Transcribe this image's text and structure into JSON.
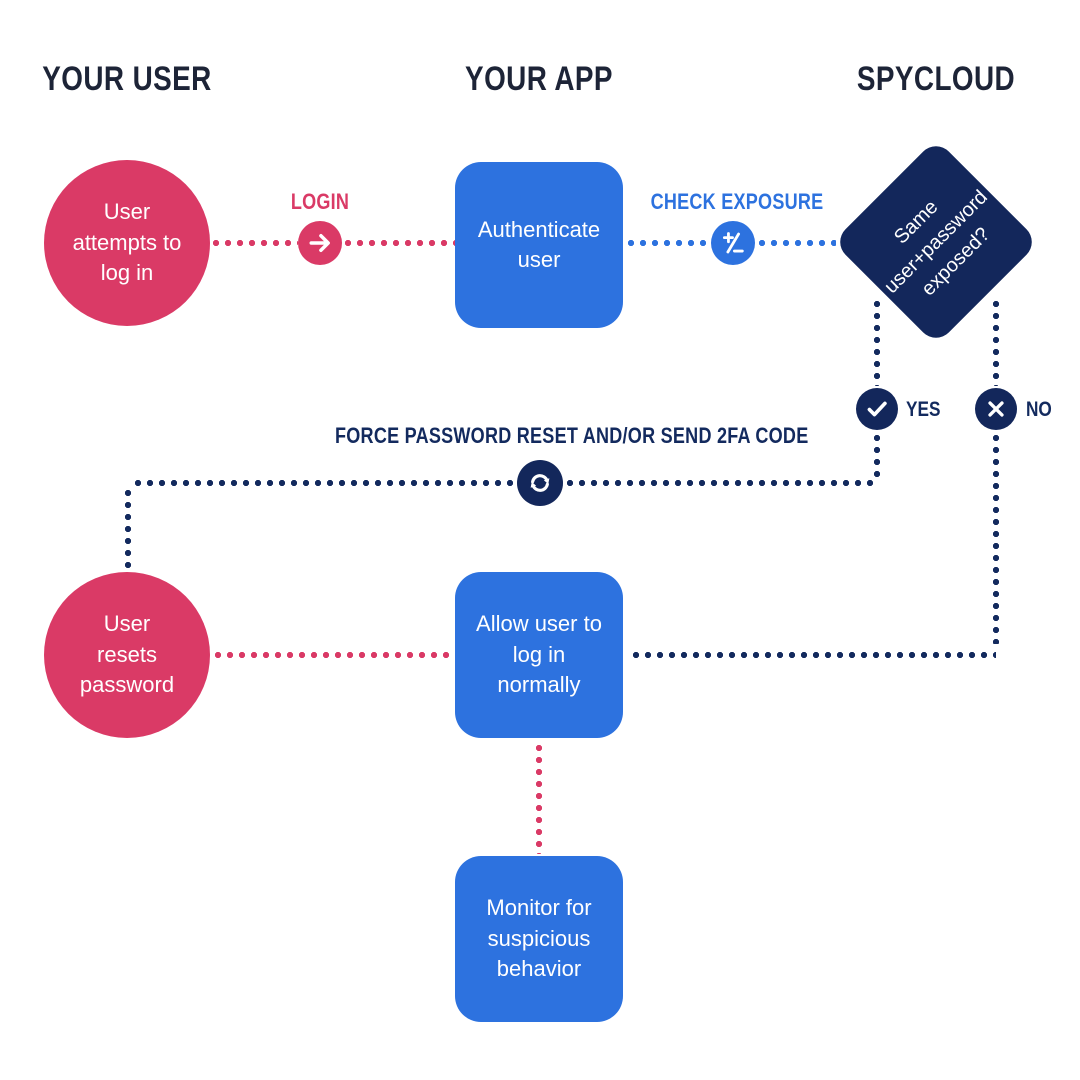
{
  "colors": {
    "background": "#ffffff",
    "header_navy": "#1d2437",
    "navy": "#132a5e",
    "navy_node": "#13275b",
    "blue": "#2d72df",
    "pink": "#da3a66",
    "node_text": "#ffffff"
  },
  "headers": {
    "user": "YOUR USER",
    "app": "YOUR APP",
    "spycloud": "SPYCLOUD"
  },
  "nodes": {
    "user_attempts": "User attempts to log in",
    "authenticate": "Authenticate user",
    "exposed": "Same user+password exposed?",
    "reset": "User resets password",
    "allow": "Allow user to log in normally",
    "monitor": "Monitor for suspicious behavior"
  },
  "edges": {
    "login": "LOGIN",
    "check_exposure": "CHECK EXPOSURE",
    "yes": "YES",
    "no": "NO",
    "force": "FORCE PASSWORD RESET AND/OR SEND 2FA CODE"
  },
  "icons": {
    "login": "arrow-right",
    "check_exposure": "plus-minus",
    "yes": "checkmark",
    "no": "x-mark",
    "force": "refresh"
  }
}
